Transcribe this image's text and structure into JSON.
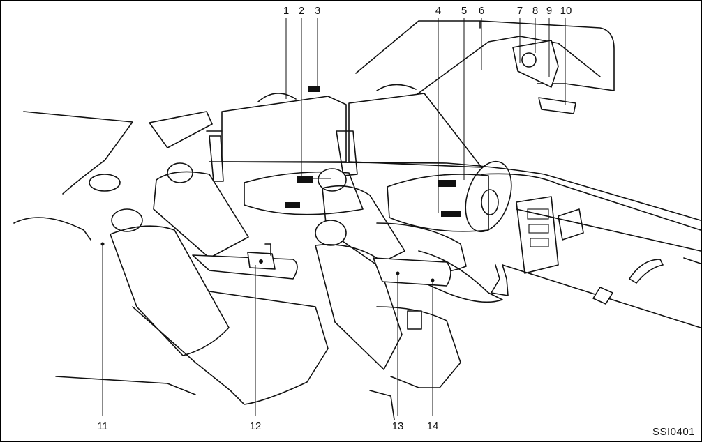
{
  "callouts": [
    "1",
    "2",
    "3",
    "4",
    "5",
    "6",
    "7",
    "8",
    "9",
    "10",
    "11",
    "12",
    "13",
    "14"
  ],
  "figure_code": "SSI0401"
}
